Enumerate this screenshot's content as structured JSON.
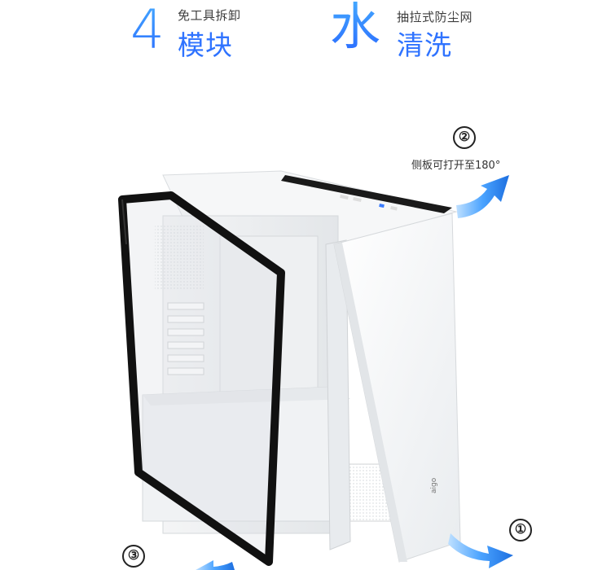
{
  "features": [
    {
      "big": "4",
      "small": "免工具拆卸",
      "medium": "模块"
    },
    {
      "big": "水",
      "small": "抽拉式防尘网",
      "medium": "清洗"
    }
  ],
  "callouts": [
    {
      "number": "①"
    },
    {
      "number": "②",
      "text": "侧板可打开至180°"
    },
    {
      "number": "③"
    }
  ],
  "brand_logo": "aigo",
  "colors": {
    "accent": "#2f73ff",
    "arrow": "#2a8cf0",
    "case": "#ffffff",
    "frame": "#111111"
  }
}
